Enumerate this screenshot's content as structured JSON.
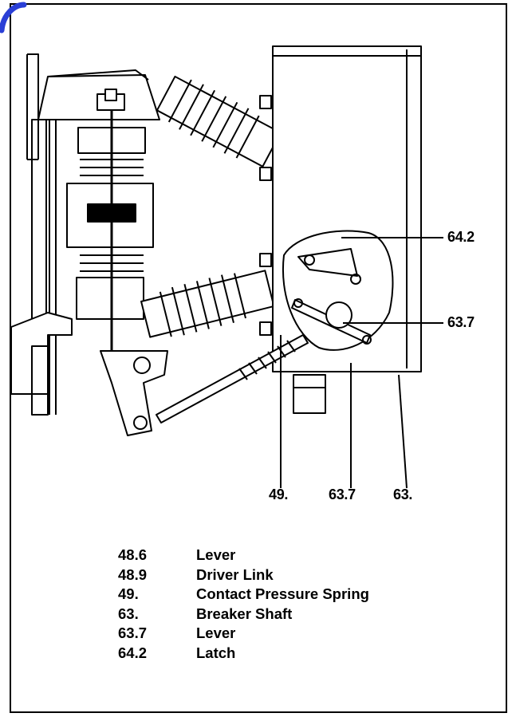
{
  "callouts": {
    "c_64_2": "64.2",
    "c_63_7_right": "63.7",
    "c_49": "49.",
    "c_63_7_bottom": "63.7",
    "c_63": "63."
  },
  "legend": [
    {
      "number": "48.6",
      "label": "Lever"
    },
    {
      "number": "48.9",
      "label": "Driver Link"
    },
    {
      "number": "49.",
      "label": "Contact Pressure Spring"
    },
    {
      "number": "63.",
      "label": "Breaker Shaft"
    },
    {
      "number": "63.7",
      "label": "Lever"
    },
    {
      "number": "64.2",
      "label": "Latch"
    }
  ],
  "colors": {
    "line": "#000000",
    "background": "#ffffff",
    "corner_mark": "#2a3fd6"
  }
}
